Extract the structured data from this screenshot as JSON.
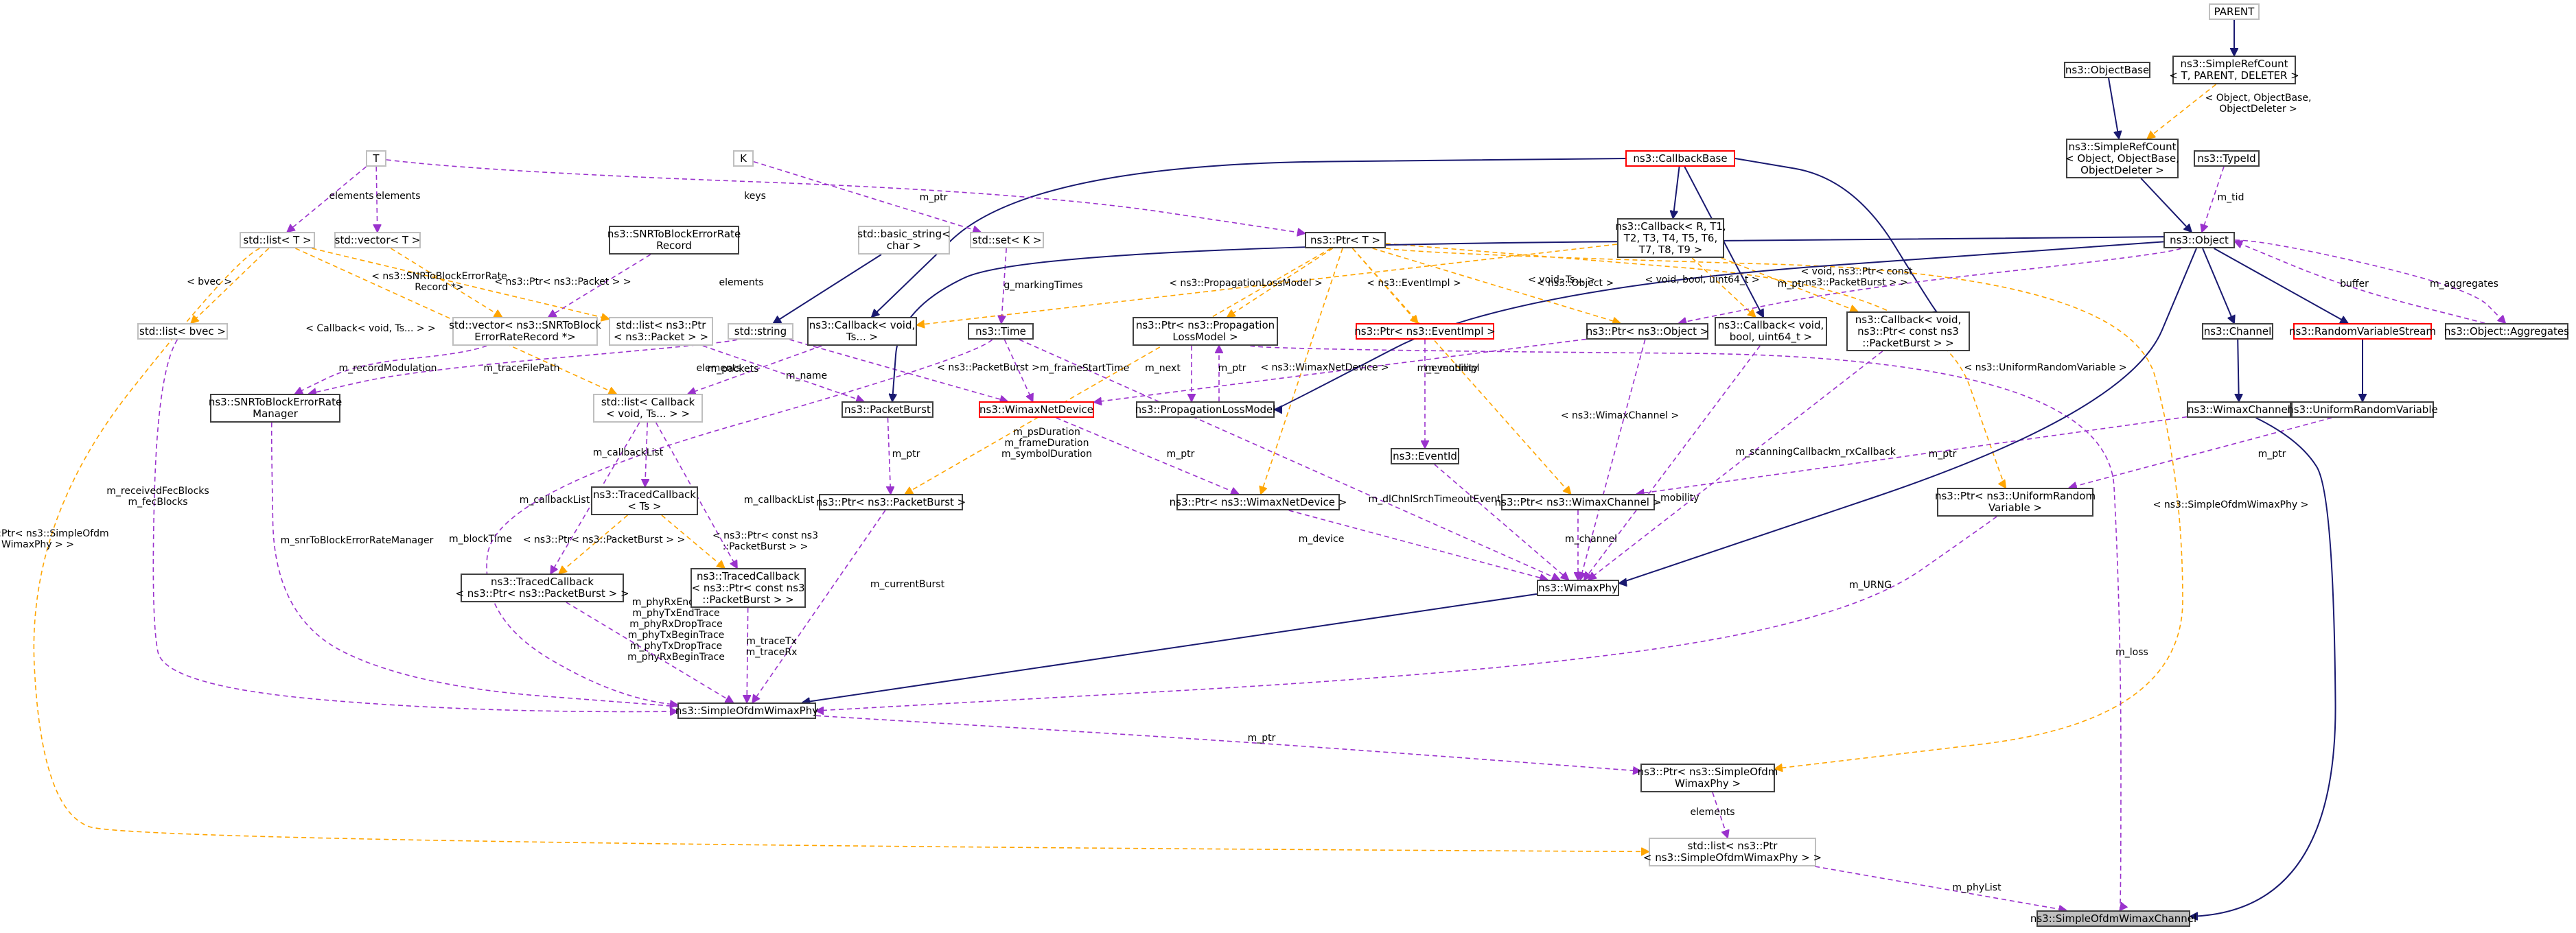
{
  "colors": {
    "inherit": "#191970",
    "usage": "#9a32cd",
    "template": "#ffa500",
    "node_border": "#404040",
    "node_border_light": "#bfbfbf",
    "node_border_red": "#ff0000",
    "current_fill": "#bfbfbf"
  },
  "nodes": [
    {
      "id": "parent",
      "style": "light",
      "lines": [
        "PARENT"
      ]
    },
    {
      "id": "simplerefcount_tpl",
      "style": "normal",
      "lines": [
        "ns3::SimpleRefCount",
        "< T, PARENT, DELETER >"
      ]
    },
    {
      "id": "objectbase",
      "style": "normal",
      "lines": [
        "ns3::ObjectBase"
      ]
    },
    {
      "id": "simplerefcount_obj",
      "style": "normal",
      "lines": [
        "ns3::SimpleRefCount",
        "< Object, ObjectBase,",
        "ObjectDeleter >"
      ]
    },
    {
      "id": "typeid",
      "style": "normal",
      "lines": [
        "ns3::TypeId"
      ]
    },
    {
      "id": "object",
      "style": "normal",
      "lines": [
        "ns3::Object"
      ]
    },
    {
      "id": "callbackbase",
      "style": "red",
      "lines": [
        "ns3::CallbackBase"
      ]
    },
    {
      "id": "callback_tpl",
      "style": "normal",
      "lines": [
        "ns3::Callback< R, T1,",
        "T2, T3, T4, T5, T6,",
        "T7, T8, T9 >"
      ]
    },
    {
      "id": "ptr_tpl",
      "style": "normal",
      "lines": [
        "ns3::Ptr< T >"
      ]
    },
    {
      "id": "T",
      "style": "light",
      "lines": [
        "T"
      ]
    },
    {
      "id": "K",
      "style": "light",
      "lines": [
        "K"
      ]
    },
    {
      "id": "std_list_T",
      "style": "light",
      "lines": [
        "std::list< T >"
      ]
    },
    {
      "id": "std_vector_T",
      "style": "light",
      "lines": [
        "std::vector< T >"
      ]
    },
    {
      "id": "snr_record",
      "style": "normal",
      "lines": [
        "ns3::SNRToBlockErrorRate",
        "Record"
      ]
    },
    {
      "id": "basic_string",
      "style": "light",
      "lines": [
        "std::basic_string<",
        "char >"
      ]
    },
    {
      "id": "std_set_K",
      "style": "light",
      "lines": [
        "std::set< K >"
      ]
    },
    {
      "id": "std_list_bvec",
      "style": "light",
      "lines": [
        "std::list< bvec >"
      ]
    },
    {
      "id": "std_vector_snr",
      "style": "light",
      "lines": [
        "std::vector< ns3::SNRToBlock",
        "ErrorRateRecord *>"
      ]
    },
    {
      "id": "std_list_ptr_packet",
      "style": "light",
      "lines": [
        "std::list< ns3::Ptr",
        "< ns3::Packet > >"
      ]
    },
    {
      "id": "std_string",
      "style": "light",
      "lines": [
        "std::string"
      ]
    },
    {
      "id": "callback_void_ts",
      "style": "normal",
      "lines": [
        "ns3::Callback< void,",
        "Ts... >"
      ]
    },
    {
      "id": "time",
      "style": "normal",
      "lines": [
        "ns3::Time"
      ]
    },
    {
      "id": "ptr_propagation",
      "style": "normal",
      "lines": [
        "ns3::Ptr< ns3::Propagation",
        "LossModel >"
      ]
    },
    {
      "id": "ptr_eventimpl",
      "style": "red",
      "lines": [
        "ns3::Ptr< ns3::EventImpl >"
      ]
    },
    {
      "id": "ptr_object",
      "style": "normal",
      "lines": [
        "ns3::Ptr< ns3::Object >"
      ]
    },
    {
      "id": "callback_void_bool",
      "style": "normal",
      "lines": [
        "ns3::Callback< void,",
        "bool, uint64_t >"
      ]
    },
    {
      "id": "callback_void_packetburst",
      "style": "normal",
      "lines": [
        "ns3::Callback< void,",
        "ns3::Ptr< const ns3",
        "::PacketBurst > >"
      ]
    },
    {
      "id": "channel",
      "style": "normal",
      "lines": [
        "ns3::Channel"
      ]
    },
    {
      "id": "randomvariablestream",
      "style": "red",
      "lines": [
        "ns3::RandomVariableStream"
      ]
    },
    {
      "id": "object_aggregates",
      "style": "normal",
      "lines": [
        "ns3::Object::Aggregates"
      ]
    },
    {
      "id": "snr_manager",
      "style": "normal",
      "lines": [
        "ns3::SNRToBlockErrorRate",
        "Manager"
      ]
    },
    {
      "id": "std_list_callback",
      "style": "light",
      "lines": [
        "std::list< Callback",
        "< void, Ts... > >"
      ]
    },
    {
      "id": "packetburst",
      "style": "normal",
      "lines": [
        "ns3::PacketBurst"
      ]
    },
    {
      "id": "wimaxnetdevice",
      "style": "red",
      "lines": [
        "ns3::WimaxNetDevice"
      ]
    },
    {
      "id": "propagationlossmodel",
      "style": "normal",
      "lines": [
        "ns3::PropagationLossModel"
      ]
    },
    {
      "id": "eventid",
      "style": "normal",
      "lines": [
        "ns3::EventId"
      ]
    },
    {
      "id": "wimaxchannel",
      "style": "normal",
      "lines": [
        "ns3::WimaxChannel"
      ]
    },
    {
      "id": "uniformrandomvariable",
      "style": "normal",
      "lines": [
        "ns3::UniformRandomVariable"
      ]
    },
    {
      "id": "tracedcallback_ts",
      "style": "normal",
      "lines": [
        "ns3::TracedCallback",
        "< Ts >"
      ]
    },
    {
      "id": "ptr_packetburst",
      "style": "normal",
      "lines": [
        "ns3::Ptr< ns3::PacketBurst >"
      ]
    },
    {
      "id": "ptr_wimaxnetdevice",
      "style": "normal",
      "lines": [
        "ns3::Ptr< ns3::WimaxNetDevice >"
      ]
    },
    {
      "id": "ptr_wimaxchannel",
      "style": "normal",
      "lines": [
        "ns3::Ptr< ns3::WimaxChannel >"
      ]
    },
    {
      "id": "ptr_uniformrandom",
      "style": "normal",
      "lines": [
        "ns3::Ptr< ns3::UniformRandom",
        "Variable >"
      ]
    },
    {
      "id": "tracedcallback_ptr_packetburst",
      "style": "normal",
      "lines": [
        "ns3::TracedCallback",
        "< ns3::Ptr< ns3::PacketBurst > >"
      ]
    },
    {
      "id": "tracedcallback_const_packetburst",
      "style": "normal",
      "lines": [
        "ns3::TracedCallback",
        "< ns3::Ptr< const ns3",
        "::PacketBurst > >"
      ]
    },
    {
      "id": "wimaxphy",
      "style": "normal",
      "lines": [
        "ns3::WimaxPhy"
      ]
    },
    {
      "id": "simpleofdmwimaxphy",
      "style": "normal",
      "lines": [
        "ns3::SimpleOfdmWimaxPhy"
      ]
    },
    {
      "id": "ptr_simpleofdmwimaxphy",
      "style": "normal",
      "lines": [
        "ns3::Ptr< ns3::SimpleOfdm",
        "WimaxPhy >"
      ]
    },
    {
      "id": "std_list_ptr_simpleofdm",
      "style": "light",
      "lines": [
        "std::list< ns3::Ptr",
        "< ns3::SimpleOfdmWimaxPhy > >"
      ]
    },
    {
      "id": "simpleofdmwimaxchannel",
      "style": "current",
      "lines": [
        "ns3::SimpleOfdmWimaxChannel"
      ]
    }
  ],
  "edges": [
    {
      "from": "parent",
      "to": "simplerefcount_tpl",
      "kind": "inherit",
      "label": []
    },
    {
      "from": "simplerefcount_tpl",
      "to": "simplerefcount_obj",
      "kind": "template",
      "label": [
        "< Object, ObjectBase,",
        "ObjectDeleter >"
      ]
    },
    {
      "from": "objectbase",
      "to": "simplerefcount_obj",
      "kind": "inherit",
      "label": []
    },
    {
      "from": "simplerefcount_obj",
      "to": "object",
      "kind": "inherit",
      "label": []
    },
    {
      "from": "typeid",
      "to": "object",
      "kind": "usage",
      "label": [
        "m_tid"
      ]
    },
    {
      "from": "object",
      "to": "channel",
      "kind": "inherit",
      "label": []
    },
    {
      "from": "object",
      "to": "randomvariablestream",
      "kind": "inherit",
      "label": []
    },
    {
      "from": "object",
      "to": "object_aggregates",
      "kind": "usage",
      "label": [
        "m_aggregates"
      ]
    },
    {
      "from": "object_aggregates",
      "to": "object",
      "kind": "usage",
      "label": [
        "buffer"
      ]
    },
    {
      "from": "channel",
      "to": "wimaxchannel",
      "kind": "inherit",
      "label": []
    },
    {
      "from": "randomvariablestream",
      "to": "uniformrandomvariable",
      "kind": "inherit",
      "label": []
    },
    {
      "from": "callbackbase",
      "to": "callback_tpl",
      "kind": "inherit",
      "label": []
    },
    {
      "from": "callbackbase",
      "to": "callback_void_ts",
      "kind": "inherit",
      "label": []
    },
    {
      "from": "callbackbase",
      "to": "callback_void_bool",
      "kind": "inherit",
      "label": []
    },
    {
      "from": "callbackbase",
      "to": "callback_void_packetburst",
      "kind": "inherit",
      "label": []
    },
    {
      "from": "callback_tpl",
      "to": "callback_void_ts",
      "kind": "template",
      "label": [
        "< void, Ts... >"
      ]
    },
    {
      "from": "callback_tpl",
      "to": "callback_void_bool",
      "kind": "template",
      "label": [
        "< void, bool, uint64_t >"
      ]
    },
    {
      "from": "callback_tpl",
      "to": "callback_void_packetburst",
      "kind": "template",
      "label": [
        "< void, ns3::Ptr< const",
        "ns3::PacketBurst > >"
      ]
    },
    {
      "from": "T",
      "to": "std_list_T",
      "kind": "usage",
      "label": [
        "elements"
      ]
    },
    {
      "from": "T",
      "to": "std_vector_T",
      "kind": "usage",
      "label": [
        "elements"
      ]
    },
    {
      "from": "T",
      "to": "ptr_tpl",
      "kind": "usage",
      "label": [
        "m_ptr"
      ]
    },
    {
      "from": "K",
      "to": "std_set_K",
      "kind": "usage",
      "label": [
        "keys"
      ]
    },
    {
      "from": "object",
      "to": "ptr_object",
      "kind": "usage",
      "label": [
        "m_ptr"
      ]
    },
    {
      "from": "std_list_T",
      "to": "std_list_bvec",
      "kind": "template",
      "label": [
        "< bvec >"
      ]
    },
    {
      "from": "std_list_T",
      "to": "std_list_callback",
      "kind": "template",
      "label": [
        "< Callback< void, Ts... > >"
      ]
    },
    {
      "from": "std_list_T",
      "to": "std_list_ptr_simpleofdm",
      "kind": "template",
      "label": [
        "< ns3::Ptr< ns3::SimpleOfdm",
        "WimaxPhy > >"
      ]
    },
    {
      "from": "std_vector_T",
      "to": "std_vector_snr",
      "kind": "template",
      "label": [
        "< ns3::SNRToBlockErrorRate",
        "Record *>"
      ]
    },
    {
      "from": "std_list_T",
      "to": "std_list_ptr_packet",
      "kind": "template",
      "label": [
        "< ns3::Ptr< ns3::Packet > >"
      ]
    },
    {
      "from": "snr_record",
      "to": "std_vector_snr",
      "kind": "usage",
      "label": [
        "elements"
      ]
    },
    {
      "from": "basic_string",
      "to": "std_string",
      "kind": "inherit",
      "label": []
    },
    {
      "from": "std_set_K",
      "to": "time",
      "kind": "usage",
      "label": [
        "g_markingTimes"
      ]
    },
    {
      "from": "ptr_tpl",
      "to": "ptr_propagation",
      "kind": "template",
      "label": [
        "< ns3::PropagationLossModel >"
      ]
    },
    {
      "from": "ptr_tpl",
      "to": "ptr_eventimpl",
      "kind": "template",
      "label": [
        "< ns3::EventImpl >"
      ]
    },
    {
      "from": "ptr_tpl",
      "to": "ptr_object",
      "kind": "template",
      "label": [
        "< ns3::Object >"
      ]
    },
    {
      "from": "ptr_tpl",
      "to": "ptr_packetburst",
      "kind": "template",
      "label": [
        "< ns3::PacketBurst >"
      ]
    },
    {
      "from": "ptr_tpl",
      "to": "ptr_wimaxnetdevice",
      "kind": "template",
      "label": [
        "< ns3::WimaxNetDevice >"
      ]
    },
    {
      "from": "ptr_tpl",
      "to": "ptr_wimaxchannel",
      "kind": "template",
      "label": [
        "< ns3::WimaxChannel >"
      ]
    },
    {
      "from": "ptr_tpl",
      "to": "ptr_uniformrandom",
      "kind": "template",
      "label": [
        "< ns3::UniformRandomVariable >"
      ]
    },
    {
      "from": "ptr_tpl",
      "to": "ptr_simpleofdmwimaxphy",
      "kind": "template",
      "label": [
        "< ns3::SimpleOfdmWimaxPhy >"
      ]
    },
    {
      "from": "std_list_bvec",
      "to": "simpleofdmwimaxphy",
      "kind": "usage",
      "label": [
        "m_receivedFecBlocks",
        "m_fecBlocks"
      ]
    },
    {
      "from": "std_vector_snr",
      "to": "snr_manager",
      "kind": "usage",
      "label": [
        "m_recordModulation"
      ]
    },
    {
      "from": "std_string",
      "to": "snr_manager",
      "kind": "usage",
      "label": [
        "m_traceFilePath"
      ]
    },
    {
      "from": "std_string",
      "to": "wimaxnetdevice",
      "kind": "usage",
      "label": [
        "m_name"
      ]
    },
    {
      "from": "std_list_ptr_packet",
      "to": "packetburst",
      "kind": "usage",
      "label": [
        "m_packets"
      ]
    },
    {
      "from": "callback_void_ts",
      "to": "std_list_callback",
      "kind": "usage",
      "label": [
        "elements"
      ]
    },
    {
      "from": "time",
      "to": "simpleofdmwimaxphy",
      "kind": "usage",
      "label": [
        "m_blockTime"
      ]
    },
    {
      "from": "time",
      "to": "wimaxnetdevice",
      "kind": "usage",
      "label": [
        "m_frameStartTime"
      ]
    },
    {
      "from": "time",
      "to": "wimaxphy",
      "kind": "usage",
      "label": [
        "m_psDuration",
        "m_frameDuration",
        "m_symbolDuration"
      ]
    },
    {
      "from": "ptr_propagation",
      "to": "propagationlossmodel",
      "kind": "usage",
      "label": [
        "m_next"
      ]
    },
    {
      "from": "propagationlossmodel",
      "to": "ptr_propagation",
      "kind": "usage",
      "label": [
        "m_ptr"
      ]
    },
    {
      "from": "ptr_propagation",
      "to": "simpleofdmwimaxchannel",
      "kind": "usage",
      "label": [
        "m_loss"
      ]
    },
    {
      "from": "ptr_eventimpl",
      "to": "eventid",
      "kind": "usage",
      "label": [
        "m_eventImpl"
      ]
    },
    {
      "from": "ptr_object",
      "to": "wimaxnetdevice",
      "kind": "usage",
      "label": [
        "m_mobility"
      ]
    },
    {
      "from": "ptr_object",
      "to": "wimaxphy",
      "kind": "usage",
      "label": [
        "m_mobility"
      ]
    },
    {
      "from": "callback_void_bool",
      "to": "wimaxphy",
      "kind": "usage",
      "label": [
        "m_scanningCallback"
      ]
    },
    {
      "from": "callback_void_packetburst",
      "to": "wimaxphy",
      "kind": "usage",
      "label": [
        "m_rxCallback"
      ]
    },
    {
      "from": "snr_manager",
      "to": "simpleofdmwimaxphy",
      "kind": "usage",
      "label": [
        "m_snrToBlockErrorRateManager"
      ]
    },
    {
      "from": "std_list_callback",
      "to": "tracedcallback_ts",
      "kind": "usage",
      "label": [
        "m_callbackList"
      ]
    },
    {
      "from": "std_list_callback",
      "to": "tracedcallback_ptr_packetburst",
      "kind": "usage",
      "label": [
        "m_callbackList"
      ]
    },
    {
      "from": "std_list_callback",
      "to": "tracedcallback_const_packetburst",
      "kind": "usage",
      "label": [
        "m_callbackList"
      ]
    },
    {
      "from": "tracedcallback_ts",
      "to": "tracedcallback_ptr_packetburst",
      "kind": "template",
      "label": [
        "< ns3::Ptr< ns3::PacketBurst > >"
      ]
    },
    {
      "from": "tracedcallback_ts",
      "to": "tracedcallback_const_packetburst",
      "kind": "template",
      "label": [
        "< ns3::Ptr< const ns3",
        "::PacketBurst > >"
      ]
    },
    {
      "from": "object",
      "to": "packetburst",
      "kind": "inherit",
      "label": []
    },
    {
      "from": "object",
      "to": "propagationlossmodel",
      "kind": "inherit",
      "label": []
    },
    {
      "from": "packetburst",
      "to": "ptr_packetburst",
      "kind": "usage",
      "label": [
        "m_ptr"
      ]
    },
    {
      "from": "wimaxnetdevice",
      "to": "ptr_wimaxnetdevice",
      "kind": "usage",
      "label": [
        "m_ptr"
      ]
    },
    {
      "from": "wimaxchannel",
      "to": "ptr_wimaxchannel",
      "kind": "usage",
      "label": [
        "m_ptr"
      ]
    },
    {
      "from": "uniformrandomvariable",
      "to": "ptr_uniformrandom",
      "kind": "usage",
      "label": [
        "m_ptr"
      ]
    },
    {
      "from": "eventid",
      "to": "wimaxphy",
      "kind": "usage",
      "label": [
        "m_dlChnlSrchTimeoutEvent"
      ]
    },
    {
      "from": "ptr_packetburst",
      "to": "simpleofdmwimaxphy",
      "kind": "usage",
      "label": [
        "m_currentBurst"
      ]
    },
    {
      "from": "ptr_wimaxnetdevice",
      "to": "wimaxphy",
      "kind": "usage",
      "label": [
        "m_device"
      ]
    },
    {
      "from": "ptr_wimaxchannel",
      "to": "wimaxphy",
      "kind": "usage",
      "label": [
        "m_channel"
      ]
    },
    {
      "from": "ptr_uniformrandom",
      "to": "simpleofdmwimaxphy",
      "kind": "usage",
      "label": [
        "m_URNG"
      ]
    },
    {
      "from": "tracedcallback_ptr_packetburst",
      "to": "simpleofdmwimaxphy",
      "kind": "usage",
      "label": [
        "m_phyRxEndTrace",
        "m_phyTxEndTrace",
        "m_phyRxDropTrace",
        "m_phyTxBeginTrace",
        "m_phyTxDropTrace",
        "m_phyRxBeginTrace"
      ]
    },
    {
      "from": "tracedcallback_const_packetburst",
      "to": "simpleofdmwimaxphy",
      "kind": "usage",
      "label": [
        "m_traceTx",
        "m_traceRx"
      ]
    },
    {
      "from": "object",
      "to": "wimaxphy",
      "kind": "inherit",
      "label": []
    },
    {
      "from": "wimaxphy",
      "to": "simpleofdmwimaxphy",
      "kind": "inherit",
      "label": []
    },
    {
      "from": "simpleofdmwimaxphy",
      "to": "ptr_simpleofdmwimaxphy",
      "kind": "usage",
      "label": [
        "m_ptr"
      ]
    },
    {
      "from": "ptr_simpleofdmwimaxphy",
      "to": "std_list_ptr_simpleofdm",
      "kind": "usage",
      "label": [
        "elements"
      ]
    },
    {
      "from": "std_list_ptr_simpleofdm",
      "to": "simpleofdmwimaxchannel",
      "kind": "usage",
      "label": [
        "m_phyList"
      ]
    },
    {
      "from": "wimaxchannel",
      "to": "simpleofdmwimaxchannel",
      "kind": "inherit",
      "label": []
    }
  ]
}
